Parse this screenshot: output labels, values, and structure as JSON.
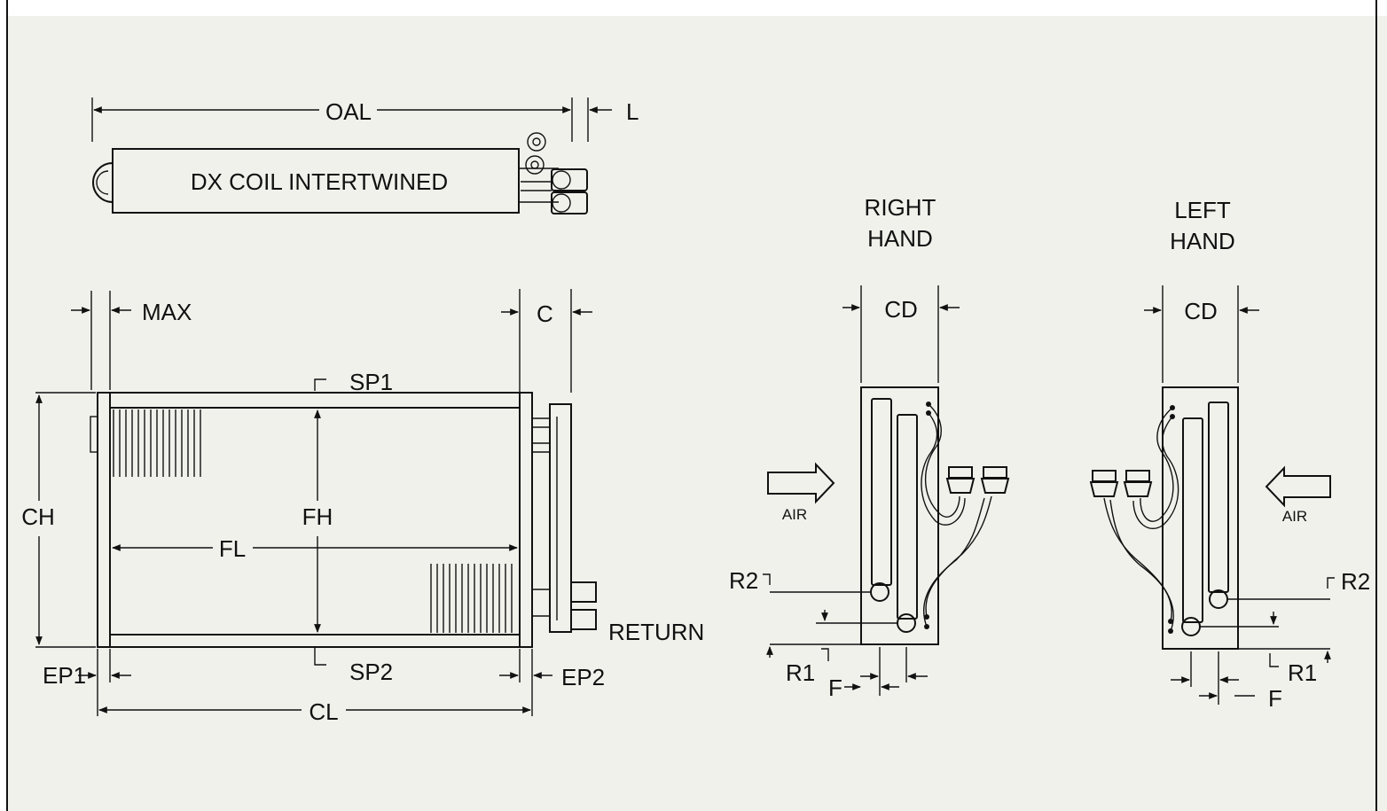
{
  "labels": {
    "oal": "OAL",
    "l": "L",
    "coil_name": "DX COIL INTERTWINED",
    "max": "MAX",
    "c": "C",
    "sp1": "SP1",
    "sp2": "SP2",
    "ch": "CH",
    "fh": "FH",
    "fl": "FL",
    "return": "RETURN",
    "ep1": "EP1",
    "ep2": "EP2",
    "cl": "CL"
  },
  "right_hand": {
    "title_line1": "RIGHT",
    "title_line2": "HAND",
    "cd": "CD",
    "air": "AIR",
    "r1": "R1",
    "r2": "R2",
    "f": "F"
  },
  "left_hand": {
    "title_line1": "LEFT",
    "title_line2": "HAND",
    "cd": "CD",
    "air": "AIR",
    "r1": "R1",
    "r2": "R2",
    "f": "F"
  },
  "colors": {
    "paper": "#f1f1ec",
    "ink": "#111111"
  }
}
